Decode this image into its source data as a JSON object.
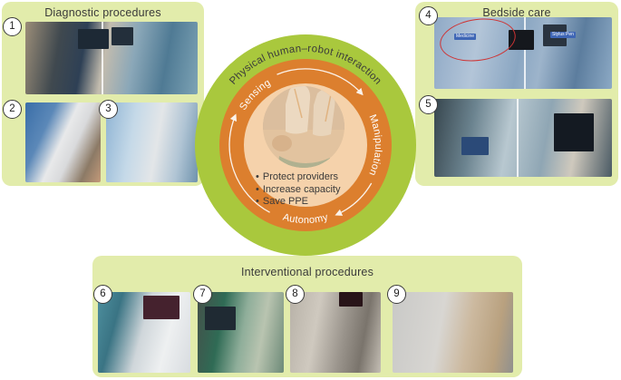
{
  "panels": {
    "diagnostic": {
      "title": "Diagnostic procedures"
    },
    "bedside": {
      "title": "Bedside care"
    },
    "interventional": {
      "title": "Interventional procedures"
    }
  },
  "photos": {
    "p1": {
      "num": "1",
      "alt": "Clinicians tele-operating an ultrasound console; robot arm scanning a patient"
    },
    "p2": {
      "num": "2",
      "alt": "Dual robotic arms performing ultrasound over a mannequin"
    },
    "p3": {
      "num": "3",
      "alt": "Robotic throat-swab machine with seated patient"
    },
    "p4": {
      "num": "4",
      "alt": "Ward robot handing medicine to patient in bed; robot arm using stylus pen at monitor",
      "labels": [
        "Medicine",
        "Stylus Pen"
      ]
    },
    "p5": {
      "num": "5",
      "alt": "Clinician with control tablet and telepresence screen robot beside ICU bed"
    },
    "p6": {
      "num": "6",
      "alt": "Surgeon seated at robotic tele-surgery console with video monitor"
    },
    "p7": {
      "num": "7",
      "alt": "Robotic arm over operating table with imaging display"
    },
    "p8": {
      "num": "8",
      "alt": "Robot arm positioned over mannequin for airway procedure"
    },
    "p9": {
      "num": "9",
      "alt": "Close-up of nasal swab robot on mannequin head"
    }
  },
  "ring": {
    "outer_label": "Physical human–robot interaction",
    "sensing": "Sensing",
    "manipulation": "Manipulation",
    "autonomy": "Autonomy"
  },
  "center": {
    "bullet": "•",
    "goals": [
      "Protect providers",
      "Increase capacity",
      "Save PPE"
    ]
  },
  "colors": {
    "panel_bg": "#e2ecab",
    "outer_ring": "#a9c83d",
    "mid_ring": "#dc7f2e",
    "inner_circle": "#f5d2ab",
    "curved_label_dark": "#3b3b3b",
    "curved_label_light": "#ffffff",
    "annotation_red": "#cf3333",
    "annotation_blue": "#3f66b5"
  }
}
